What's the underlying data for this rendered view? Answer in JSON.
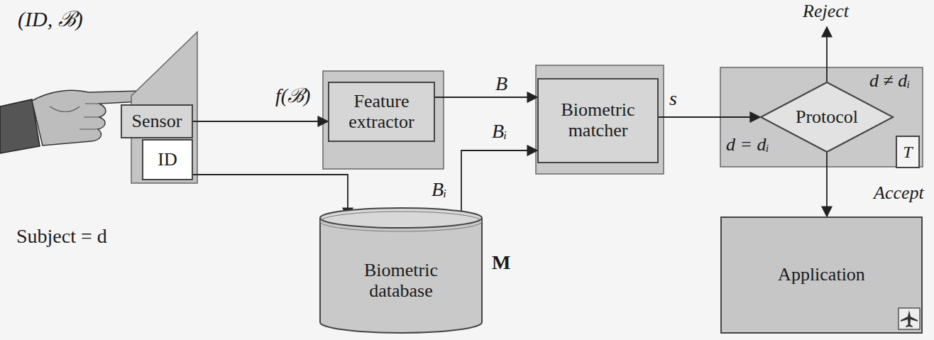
{
  "diagram": {
    "nodes": [
      {
        "text": [
          "Sensor"
        ]
      },
      {
        "text": [
          "ID"
        ]
      },
      {
        "text": [
          "Feature extractor"
        ]
      },
      {
        "text": [
          "Biometric matcher"
        ]
      },
      {
        "text": [
          "Protocol"
        ]
      },
      {
        "text": [
          "T"
        ]
      },
      {
        "text": [
          "Biometric database"
        ]
      },
      {
        "text": [
          "Application"
        ]
      }
    ],
    "edges": [
      {
        "from": 0,
        "to": 2,
        "arrow": "to",
        "label": "f(ℬ)"
      },
      {
        "from": 1,
        "to": 6,
        "arrow": "to"
      },
      {
        "from": 2,
        "to": 3,
        "arrow": "to",
        "label": "B"
      },
      {
        "from": 6,
        "to": 3,
        "arrow": "to",
        "label": "Bᵢ"
      },
      {
        "from": 3,
        "to": 4,
        "arrow": "to",
        "label": "s"
      },
      {
        "from": 4,
        "to": 7,
        "arrow": "to",
        "label": "Accept"
      }
    ],
    "labels": [
      "(ID, ℬ)",
      "Subject = d",
      "Bᵢ",
      "M",
      "Reject",
      "d ≠ dᵢ",
      "d = dᵢ"
    ]
  }
}
